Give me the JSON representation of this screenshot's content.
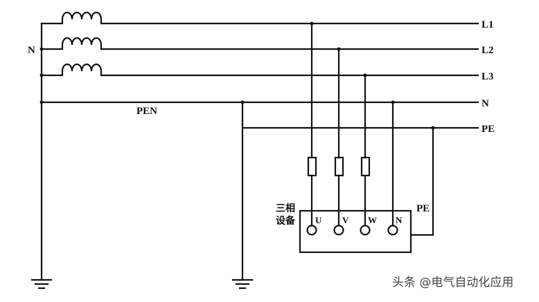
{
  "lines": {
    "l1": "L1",
    "l2": "L2",
    "l3": "L3",
    "n": "N",
    "pe": "PE"
  },
  "source": {
    "neutral_label": "N"
  },
  "pen_label": "PEN",
  "device": {
    "label_line1": "三相",
    "label_line2": "设备",
    "terminals": {
      "u": "U",
      "v": "V",
      "w": "W",
      "n": "N"
    },
    "pe_label": "PE"
  },
  "watermark": "头条 @电气自动化应用",
  "colors": {
    "ink": "#111111",
    "background": "#ffffff",
    "watermark": "#444444"
  }
}
